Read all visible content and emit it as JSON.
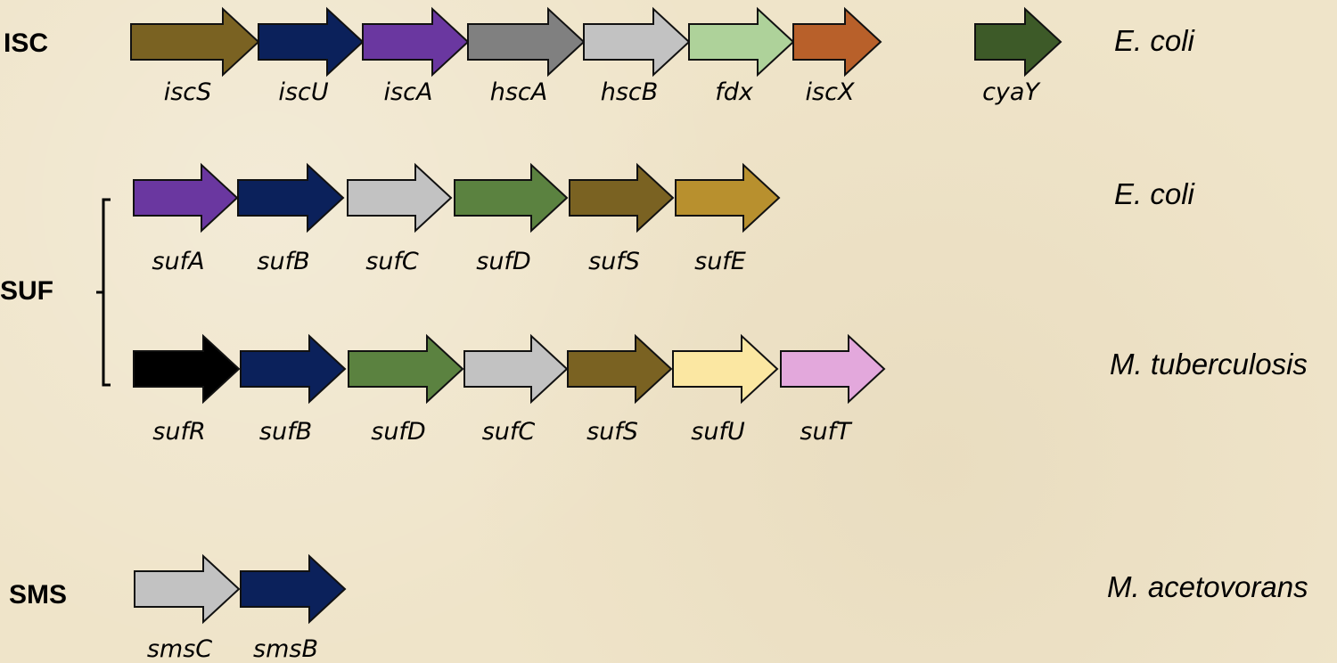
{
  "rows": [
    {
      "system": "ISC",
      "organism": "E. coli",
      "genes": [
        {
          "name": "iscS",
          "color": "#7a6222"
        },
        {
          "name": "iscU",
          "color": "#0b215b"
        },
        {
          "name": "iscA",
          "color": "#6a37a0"
        },
        {
          "name": "hscA",
          "color": "#808080"
        },
        {
          "name": "hscB",
          "color": "#c2c2c2"
        },
        {
          "name": "fdx",
          "color": "#aed29a"
        },
        {
          "name": "iscX",
          "color": "#b8602a"
        },
        {
          "name": "cyaY",
          "color": "#3d5a28"
        }
      ]
    },
    {
      "system": "SUF",
      "organism": "E. coli",
      "genes": [
        {
          "name": "sufA",
          "color": "#6a37a0"
        },
        {
          "name": "sufB",
          "color": "#0b215b"
        },
        {
          "name": "sufC",
          "color": "#c2c2c2"
        },
        {
          "name": "sufD",
          "color": "#5b8240"
        },
        {
          "name": "sufS",
          "color": "#7a6222"
        },
        {
          "name": "sufE",
          "color": "#b8902e"
        }
      ]
    },
    {
      "system": "",
      "organism": "M. tuberculosis",
      "genes": [
        {
          "name": "sufR",
          "color": "#000000"
        },
        {
          "name": "sufB",
          "color": "#0b215b"
        },
        {
          "name": "sufD",
          "color": "#5b8240"
        },
        {
          "name": "sufC",
          "color": "#c2c2c2"
        },
        {
          "name": "sufS",
          "color": "#7a6222"
        },
        {
          "name": "sufU",
          "color": "#fbe7a2"
        },
        {
          "name": "sufT",
          "color": "#e3a8dc"
        }
      ]
    },
    {
      "system": "SMS",
      "organism": "M. acetovorans",
      "genes": [
        {
          "name": "smsC",
          "color": "#c2c2c2"
        },
        {
          "name": "smsB",
          "color": "#0b215b"
        }
      ]
    }
  ]
}
